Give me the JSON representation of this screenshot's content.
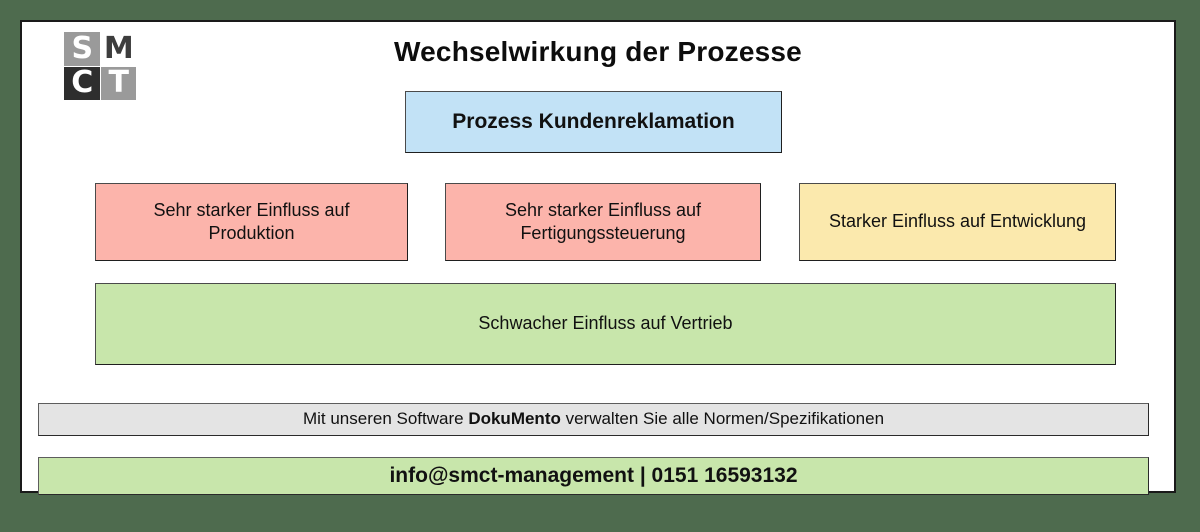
{
  "slide": {
    "title": "Wechselwirkung der Prozesse",
    "background_color": "#ffffff",
    "outer_background_color": "#4e6b4e"
  },
  "logo": {
    "name": "smct-logo",
    "letters": [
      {
        "char": "S",
        "background_color": "#9a9a9a",
        "text_color": "#ffffff"
      },
      {
        "char": "M",
        "background_color": "#ffffff",
        "text_color": "#3d3d3d"
      },
      {
        "char": "C",
        "background_color": "#2e2e2e",
        "text_color": "#ffffff"
      },
      {
        "char": "T",
        "background_color": "#9a9a9a",
        "text_color": "#ffffff"
      }
    ]
  },
  "process": {
    "label": "Prozess Kundenreklamation",
    "color": "#c2e2f6"
  },
  "impacts": [
    {
      "id": "produktion",
      "line1": "Sehr starker Einfluss auf",
      "line2": "Produktion",
      "level": "Sehr starker Einfluss",
      "target": "Produktion",
      "color": "#fcb4ab"
    },
    {
      "id": "fertigungssteuerung",
      "line1": "Sehr starker Einfluss auf",
      "line2": "Fertigungssteuerung",
      "level": "Sehr starker Einfluss",
      "target": "Fertigungssteuerung",
      "color": "#fcb4ab"
    },
    {
      "id": "entwicklung",
      "line1": "Starker Einfluss auf Entwicklung",
      "line2": "",
      "level": "Starker Einfluss",
      "target": "Entwicklung",
      "color": "#fbe9ad"
    },
    {
      "id": "vertrieb",
      "line1": "Schwacher Einfluss auf Vertrieb",
      "line2": "",
      "level": "Schwacher Einfluss",
      "target": "Vertrieb",
      "color": "#c8e6ab"
    }
  ],
  "software_bar": {
    "prefix": "Mit unseren Software ",
    "product": "DokuMento",
    "suffix": " verwalten Sie alle Normen/Spezifikationen",
    "color": "#e4e4e4"
  },
  "contact_bar": {
    "text": "info@smct-management | 0151 16593132",
    "email": "info@smct-management",
    "phone": "0151 16593132",
    "color": "#c8e6ab"
  }
}
